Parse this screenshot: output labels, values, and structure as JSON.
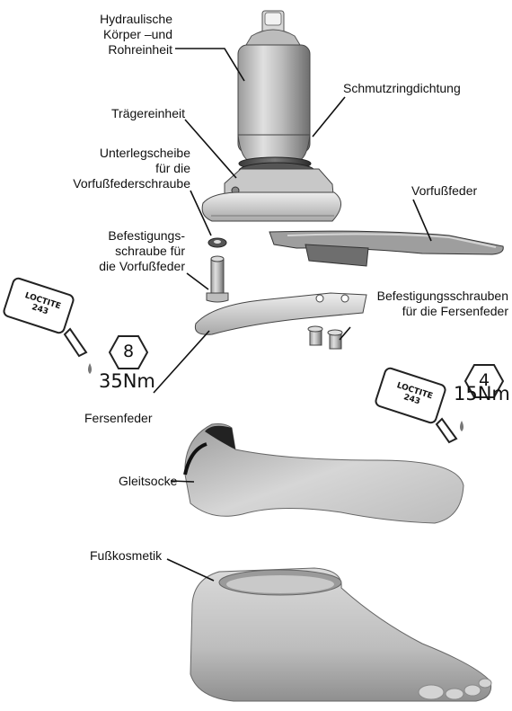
{
  "labels": {
    "hydraulic": [
      "Hydraulische",
      "Körper –und",
      "Rohreinheit"
    ],
    "dirt_seal": "Schmutzringdichtung",
    "carrier": "Trägereinheit",
    "washer": [
      "Unterlegscheibe",
      "für die",
      "Vorfußfederschraube"
    ],
    "forefoot_spring": "Vorfußfeder",
    "forefoot_screw": [
      "Befestigungs-",
      "schraube für",
      "die Vorfußfeder"
    ],
    "heel_screws": [
      "Befestigungsschrauben",
      "für die Fersenfeder"
    ],
    "heel_spring": "Fersenfeder",
    "sock": "Gleitsocke",
    "cosmetic": "Fußkosmetik"
  },
  "torque_left": {
    "hex_value": "8",
    "torque": "35Nm",
    "adhesive": [
      "LOCTITE",
      "243"
    ]
  },
  "torque_right": {
    "hex_value": "4",
    "torque": "15Nm",
    "adhesive": [
      "LOCTITE",
      "243"
    ]
  }
}
